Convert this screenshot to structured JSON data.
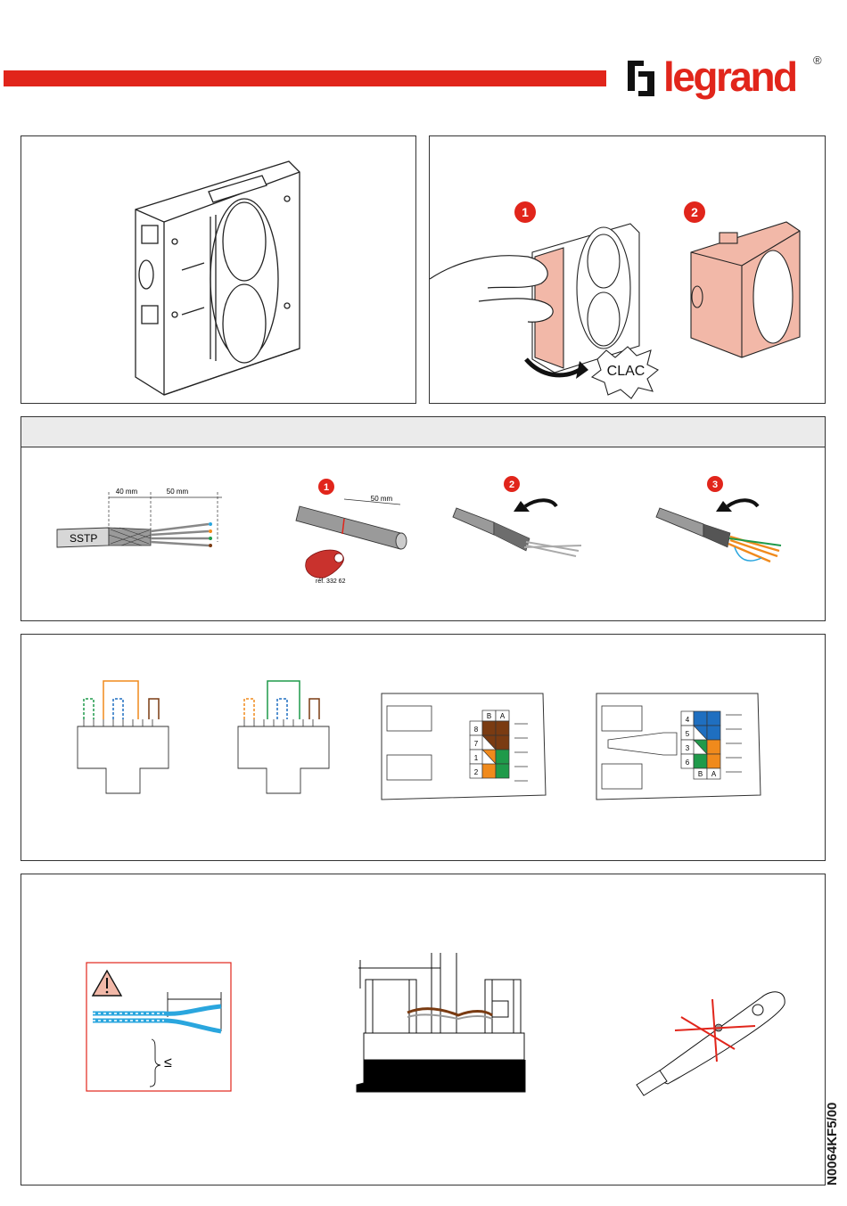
{
  "brand": {
    "name": "legrand",
    "registered": "®"
  },
  "document_reference": "N0064KF5/00",
  "colors": {
    "brand_red": "#e1251b",
    "pinkish_part": "#f2b8a8",
    "brown": "#7a3b12",
    "orange": "#f08a1c",
    "green": "#1f9a4a",
    "blue": "#1f6fc0",
    "cable_blue": "#2aa6de"
  },
  "mount_step": {
    "step1": "1",
    "step2": "2",
    "sound": "CLAC"
  },
  "cable_prep": {
    "cable_label": "SSTP",
    "dim_shield": "40 mm",
    "dim_pairs": "50 mm",
    "step1": "1",
    "step1_dim": "50 mm",
    "tool_ref": "réf. 332 62",
    "step2": "2",
    "step3": "3"
  },
  "wiring": {
    "column_b": "B",
    "column_a": "A",
    "block1_rows": [
      "8",
      "7",
      "1",
      "2"
    ],
    "block2_rows": [
      "4",
      "5",
      "3",
      "6"
    ]
  },
  "warning": {
    "leq": "≤"
  }
}
